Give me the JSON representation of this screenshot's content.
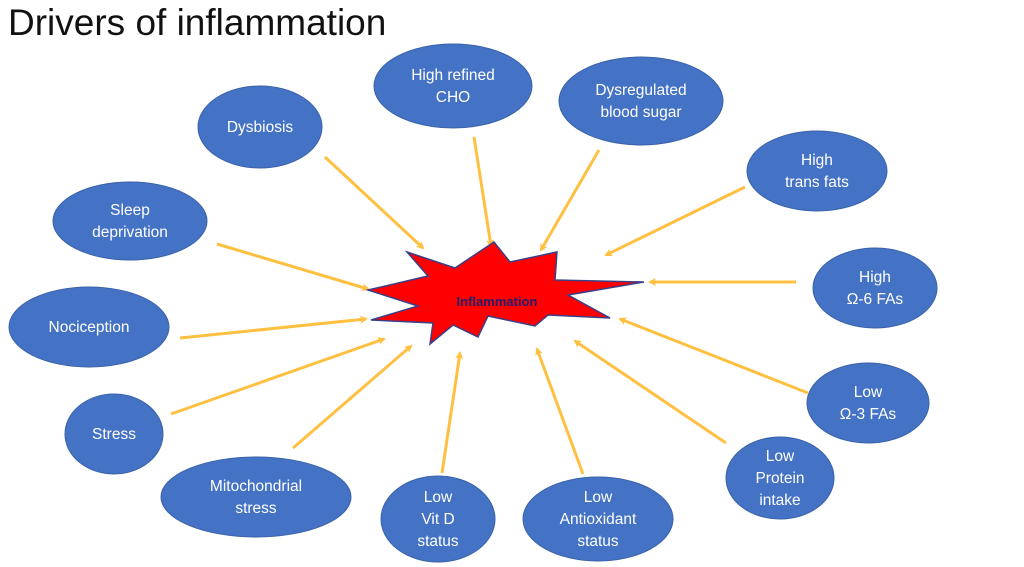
{
  "slide": {
    "title": "Drivers of inflammation"
  },
  "colors": {
    "node_fill": "#4472c4",
    "node_stroke": "#3a62a8",
    "arrow": "#ffc042",
    "burst_fill": "#ff0000",
    "burst_stroke": "#3b3f86",
    "center_text": "#1f1f6e",
    "title_text": "#111111"
  },
  "center": {
    "label": "Inflammation",
    "shape": "explosion-burst"
  },
  "drivers": [
    {
      "id": "dysbiosis",
      "lines": [
        "Dysbiosis"
      ]
    },
    {
      "id": "high-refined-cho",
      "lines": [
        "High refined",
        "CHO"
      ]
    },
    {
      "id": "dysregulated-blood-sugar",
      "lines": [
        "Dysregulated",
        "blood sugar"
      ]
    },
    {
      "id": "high-trans-fats",
      "lines": [
        "High",
        "trans fats"
      ]
    },
    {
      "id": "high-omega-6",
      "lines": [
        "High",
        "Ω-6 FAs"
      ]
    },
    {
      "id": "low-omega-3",
      "lines": [
        "Low",
        "Ω-3 FAs"
      ]
    },
    {
      "id": "low-protein-intake",
      "lines": [
        "Low",
        "Protein",
        "intake"
      ]
    },
    {
      "id": "low-antioxidant-status",
      "lines": [
        "Low",
        "Antioxidant",
        "status"
      ]
    },
    {
      "id": "low-vit-d-status",
      "lines": [
        "Low",
        "Vit D",
        "status"
      ]
    },
    {
      "id": "mitochondrial-stress",
      "lines": [
        "Mitochondrial",
        "stress"
      ]
    },
    {
      "id": "stress",
      "lines": [
        "Stress"
      ]
    },
    {
      "id": "nociception",
      "lines": [
        "Nociception"
      ]
    },
    {
      "id": "sleep-deprivation",
      "lines": [
        "Sleep",
        "deprivation"
      ]
    }
  ]
}
